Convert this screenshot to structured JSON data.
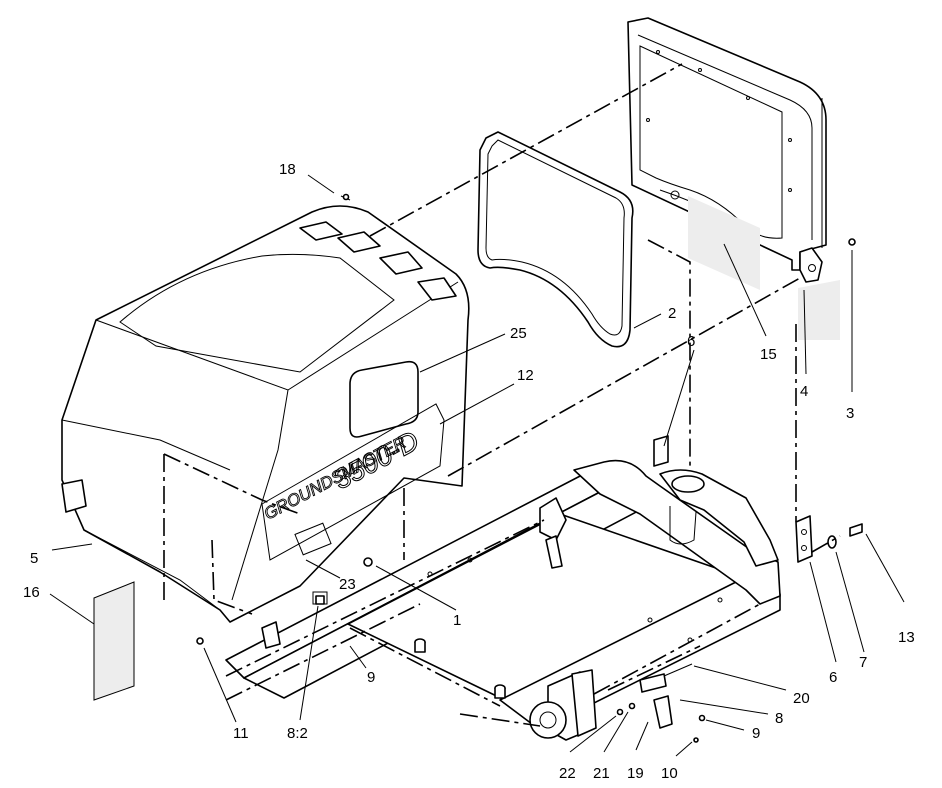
{
  "diagram": {
    "decal_text": {
      "brand": "GROUNDSMASTER",
      "model": "3500-D"
    },
    "callouts": [
      {
        "id": "c18",
        "text": "18"
      },
      {
        "id": "c2",
        "text": "2"
      },
      {
        "id": "c25",
        "text": "25"
      },
      {
        "id": "c12",
        "text": "12"
      },
      {
        "id": "c15",
        "text": "15"
      },
      {
        "id": "c6a",
        "text": "6"
      },
      {
        "id": "c4",
        "text": "4"
      },
      {
        "id": "c3",
        "text": "3"
      },
      {
        "id": "c5",
        "text": "5"
      },
      {
        "id": "c16",
        "text": "16"
      },
      {
        "id": "c23",
        "text": "23"
      },
      {
        "id": "c1",
        "text": "1"
      },
      {
        "id": "c11",
        "text": "11"
      },
      {
        "id": "c82",
        "text": "8:2"
      },
      {
        "id": "c9a",
        "text": "9"
      },
      {
        "id": "c6b",
        "text": "6"
      },
      {
        "id": "c7",
        "text": "7"
      },
      {
        "id": "c13",
        "text": "13"
      },
      {
        "id": "c20",
        "text": "20"
      },
      {
        "id": "c8",
        "text": "8"
      },
      {
        "id": "c9b",
        "text": "9"
      },
      {
        "id": "c22",
        "text": "22"
      },
      {
        "id": "c21",
        "text": "21"
      },
      {
        "id": "c19",
        "text": "19"
      },
      {
        "id": "c10",
        "text": "10"
      }
    ]
  }
}
